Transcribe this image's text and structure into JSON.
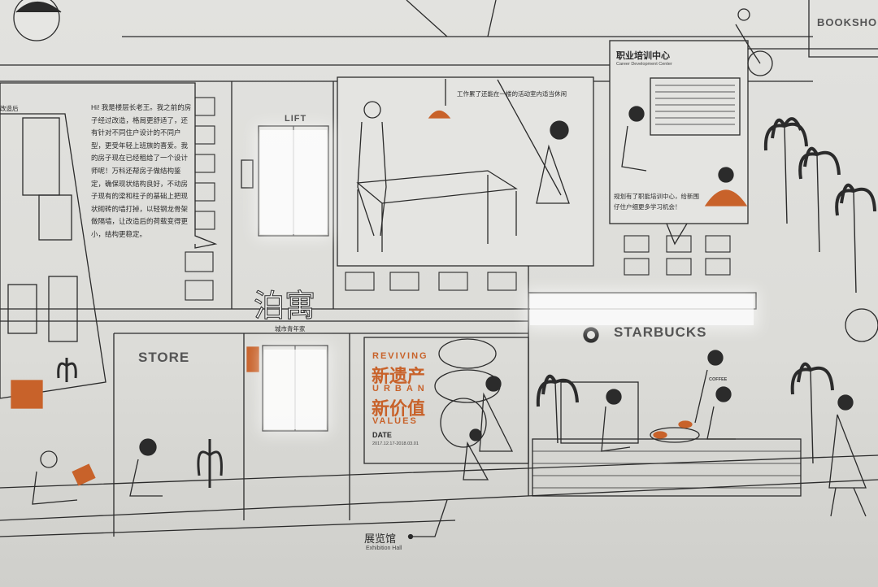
{
  "scene": {
    "speech_bubble_left": {
      "heading": "改造后",
      "body": "Hi! 我是楼层长老王。我之前的房子经过改造，格局更舒适了，还有针对不同住户设计的不同户型，更受年轻上班族的喜爱。我的房子现在已经租给了一个设计师呢！万科还帮房子做结构鉴定，确保现状结构良好，不动房子现有的梁和柱子的基础上把现状砌砖的墙打掉，以轻钢龙骨架做隔墙，让改造后的荷载变得更小，结构更稳定。"
    },
    "activity_room": {
      "caption": "工作累了还能在一楼的活动室内适当休闲"
    },
    "career_center": {
      "title": "职业培训中心",
      "subtitle": "Career Development Center",
      "body": "规划有了职能培训中心，给新围仔住户细更多学习机会！"
    },
    "signs": {
      "bookshop": "BOOKSHOP",
      "lift": "LIFT",
      "store": "STORE",
      "starbucks": "STARBUCKS",
      "coffee": "COFFEE",
      "brand_logo": "泊寓",
      "brand_slogan": "城市青年家"
    },
    "poster": {
      "line1": "REVIVING",
      "line2": "新遗产",
      "line3": "URBAN",
      "line4": "新价值",
      "line5": "VALUES",
      "date_label": "DATE",
      "date_range": "2017.12.17-2018.03.01"
    },
    "exhibition": {
      "cn": "展览馆",
      "en": "Exhibition Hall"
    },
    "colors": {
      "accent": "#c8622a",
      "line": "#2b2b2b",
      "wall": "#e0e0dd"
    }
  }
}
